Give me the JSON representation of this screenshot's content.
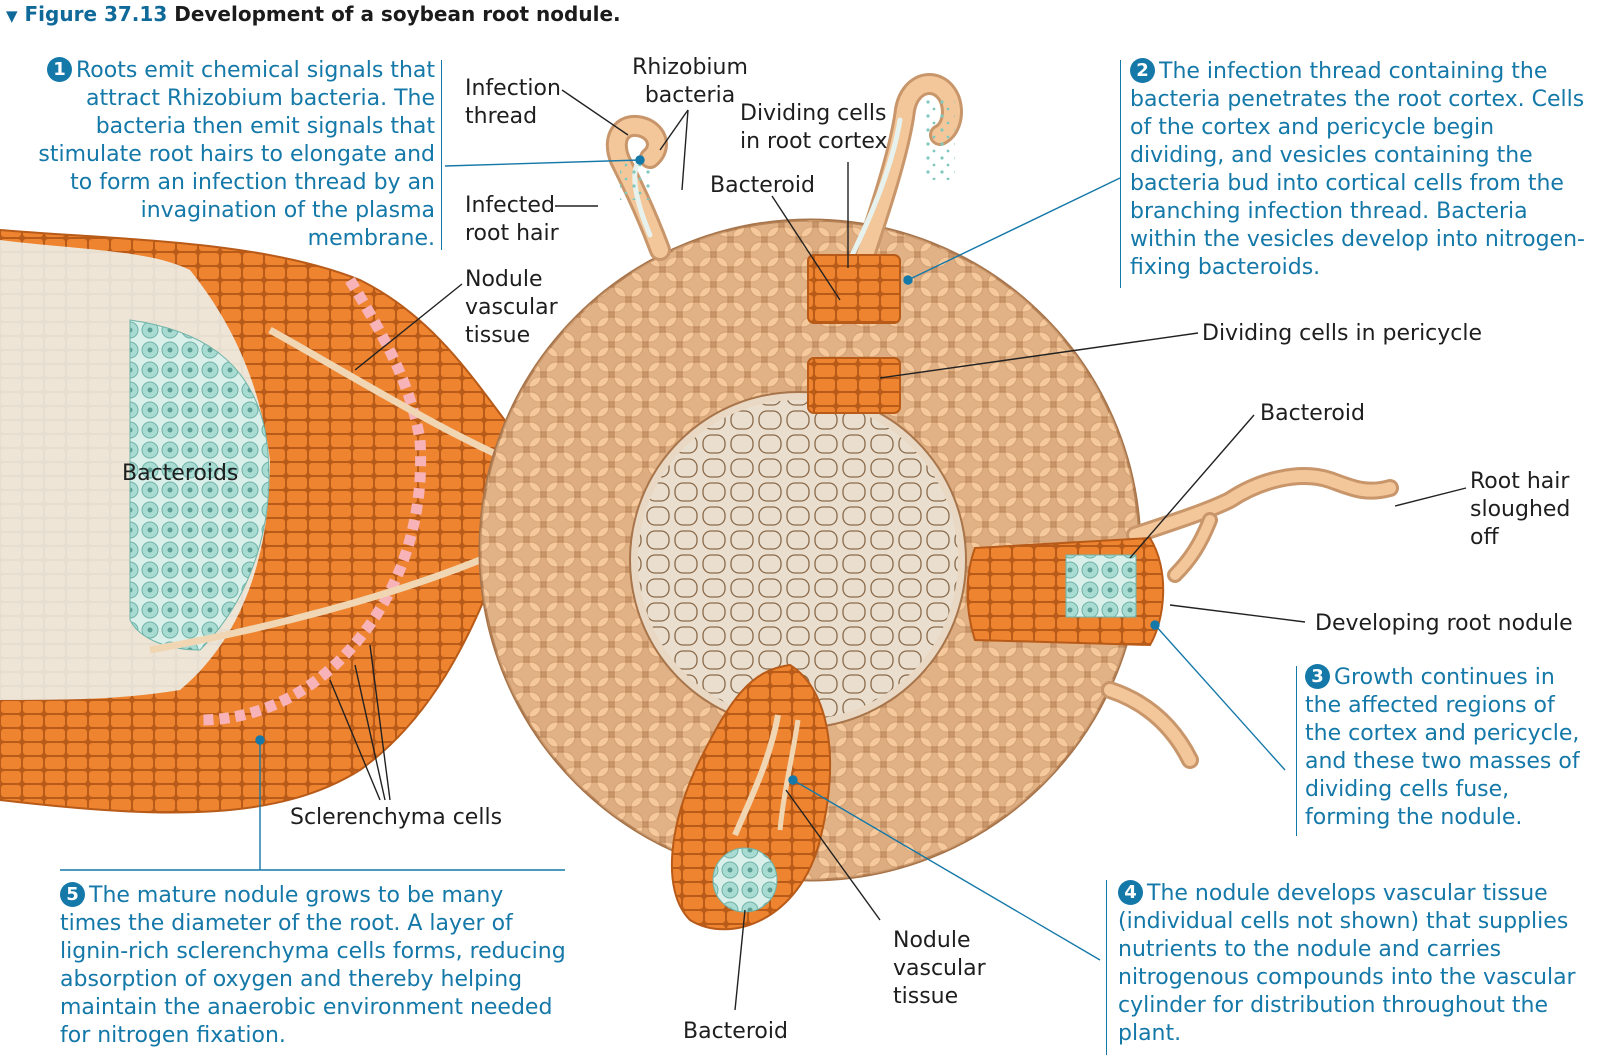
{
  "figure": {
    "number": "Figure 37.13",
    "caption": "Development of a soybean root nodule."
  },
  "steps": [
    {
      "number": "1",
      "text": "Roots emit chemical signals that attract Rhizobium bacteria. The bacteria then emit signals that stimulate root hairs to elongate and to form an infection thread by an invagination of the plasma membrane."
    },
    {
      "number": "2",
      "text": "The infection thread containing the bacteria penetrates the root cortex. Cells of the cortex and pericycle begin dividing, and vesicles containing the bacteria bud into cortical cells from the branching infection thread. Bacteria within the vesicles develop into nitrogen-fixing bacteroids."
    },
    {
      "number": "3",
      "text": "Growth continues in the affected regions of the cortex and pericycle, and these two masses of dividing cells fuse, forming the nodule."
    },
    {
      "number": "4",
      "text": "The nodule develops vascular tissue (individual cells not shown) that supplies nutrients to the nodule and carries nitrogenous compounds into the vascular cylinder for distribution throughout the plant."
    },
    {
      "number": "5",
      "text": "The mature nodule grows to be many times the diameter of the root. A layer of lignin-rich sclerenchyma cells forms, reducing absorption of oxygen and thereby helping maintain the anaerobic environment needed for nitrogen fixation."
    }
  ],
  "labels": {
    "infection_thread": "Infection thread",
    "rhizobium_bacteria": "Rhizobium bacteria",
    "dividing_cells_cortex": "Dividing cells in root cortex",
    "bacteroid_top": "Bacteroid",
    "infected_root_hair": "Infected root hair",
    "nodule_vascular_tissue_top": "Nodule vascular tissue",
    "dividing_cells_pericycle": "Dividing cells in pericycle",
    "bacteroid_right": "Bacteroid",
    "root_hair_sloughed": "Root hair sloughed off",
    "developing_root_nodule": "Developing root nodule",
    "bacteroids_left": "Bacteroids",
    "sclerenchyma_cells": "Sclerenchyma cells",
    "nodule_vascular_tissue_bottom": "Nodule vascular tissue",
    "bacteroid_bottom": "Bacteroid"
  },
  "colors": {
    "accent": "#1478a8",
    "cortex_tan": "#c8966a",
    "cell_peach": "#f6c99c",
    "dividing_orange": "#ee8430",
    "bacteroid_teal": "#a8dcd3",
    "sclerenchyma_pink": "#f7b3b8"
  }
}
